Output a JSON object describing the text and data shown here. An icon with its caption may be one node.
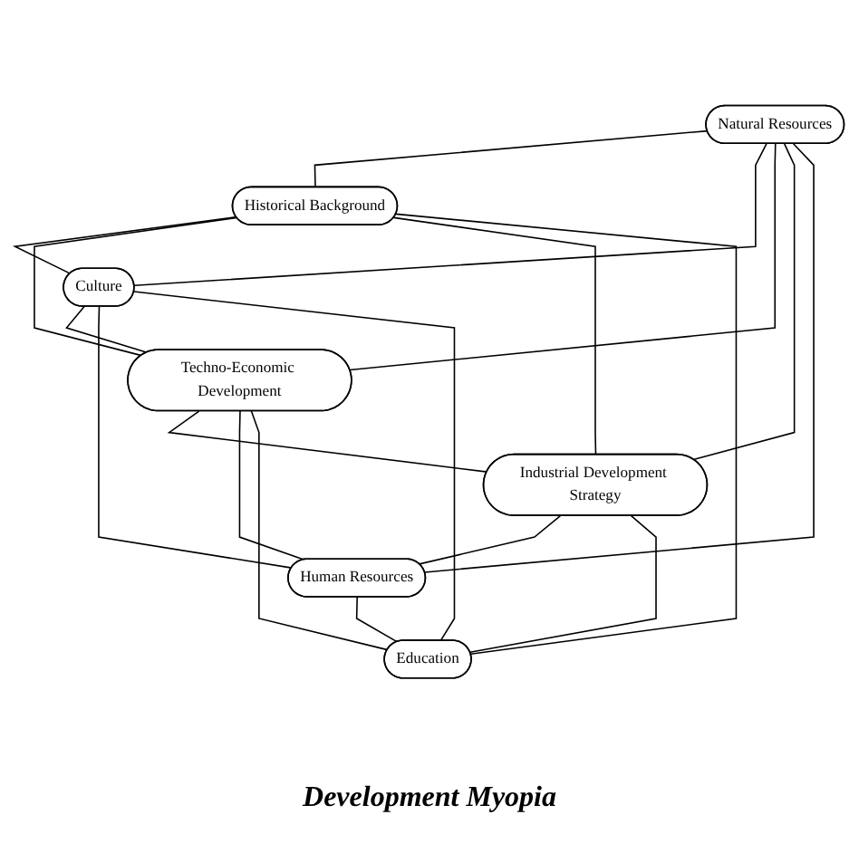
{
  "diagram": {
    "nodes": [
      {
        "text": [
          "Natural Resources"
        ]
      },
      {
        "text": [
          "Historical Background"
        ]
      },
      {
        "text": [
          "Culture"
        ]
      },
      {
        "text": [
          "Techno-Economic Development"
        ]
      },
      {
        "text": [
          "Industrial Development Strategy"
        ]
      },
      {
        "text": [
          "Human Resources"
        ]
      },
      {
        "text": [
          "Education"
        ]
      }
    ],
    "edges": [
      {
        "from": 0,
        "to": 1,
        "arrow": "none"
      },
      {
        "from": 0,
        "to": 2,
        "arrow": "none"
      },
      {
        "from": 1,
        "to": 2,
        "arrow": "none"
      },
      {
        "from": 0,
        "to": 3,
        "arrow": "none"
      },
      {
        "from": 1,
        "to": 3,
        "arrow": "none"
      },
      {
        "from": 2,
        "to": 3,
        "arrow": "none"
      },
      {
        "from": 0,
        "to": 4,
        "arrow": "none"
      },
      {
        "from": 1,
        "to": 4,
        "arrow": "none"
      },
      {
        "from": 3,
        "to": 4,
        "arrow": "none"
      },
      {
        "from": 0,
        "to": 5,
        "arrow": "none"
      },
      {
        "from": 2,
        "to": 5,
        "arrow": "none"
      },
      {
        "from": 3,
        "to": 5,
        "arrow": "none"
      },
      {
        "from": 4,
        "to": 5,
        "arrow": "none"
      },
      {
        "from": 1,
        "to": 6,
        "arrow": "none"
      },
      {
        "from": 2,
        "to": 6,
        "arrow": "none"
      },
      {
        "from": 3,
        "to": 6,
        "arrow": "none"
      },
      {
        "from": 4,
        "to": 6,
        "arrow": "none"
      },
      {
        "from": 5,
        "to": 6,
        "arrow": "none"
      }
    ],
    "labels": [
      "Development Myopia"
    ]
  }
}
